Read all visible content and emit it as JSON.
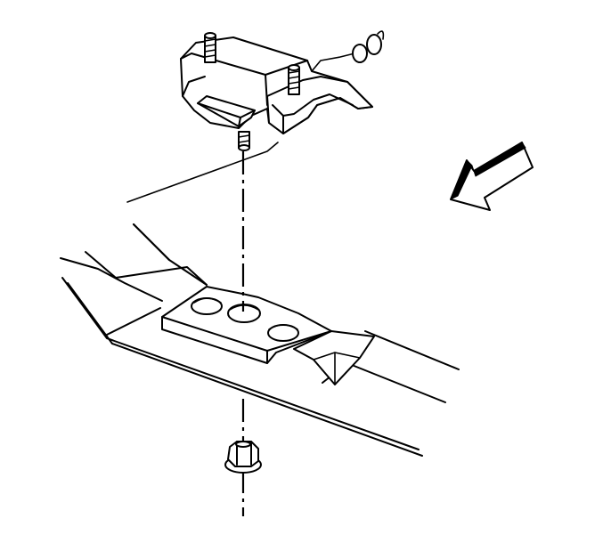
{
  "diagram": {
    "components": [
      {
        "name": "engine-mount",
        "icon": "engine-mount-bracket"
      },
      {
        "name": "mount-stud",
        "icon": "threaded-stud"
      },
      {
        "name": "frame-crossmember",
        "icon": "frame-rail"
      },
      {
        "name": "mounting-pad",
        "icon": "mount-pad-with-holes"
      },
      {
        "name": "flange-nut",
        "icon": "hex-flange-nut"
      },
      {
        "name": "direction-arrow",
        "icon": "front-arrow"
      }
    ],
    "colors": {
      "line": "#000000",
      "background": "#ffffff"
    }
  }
}
